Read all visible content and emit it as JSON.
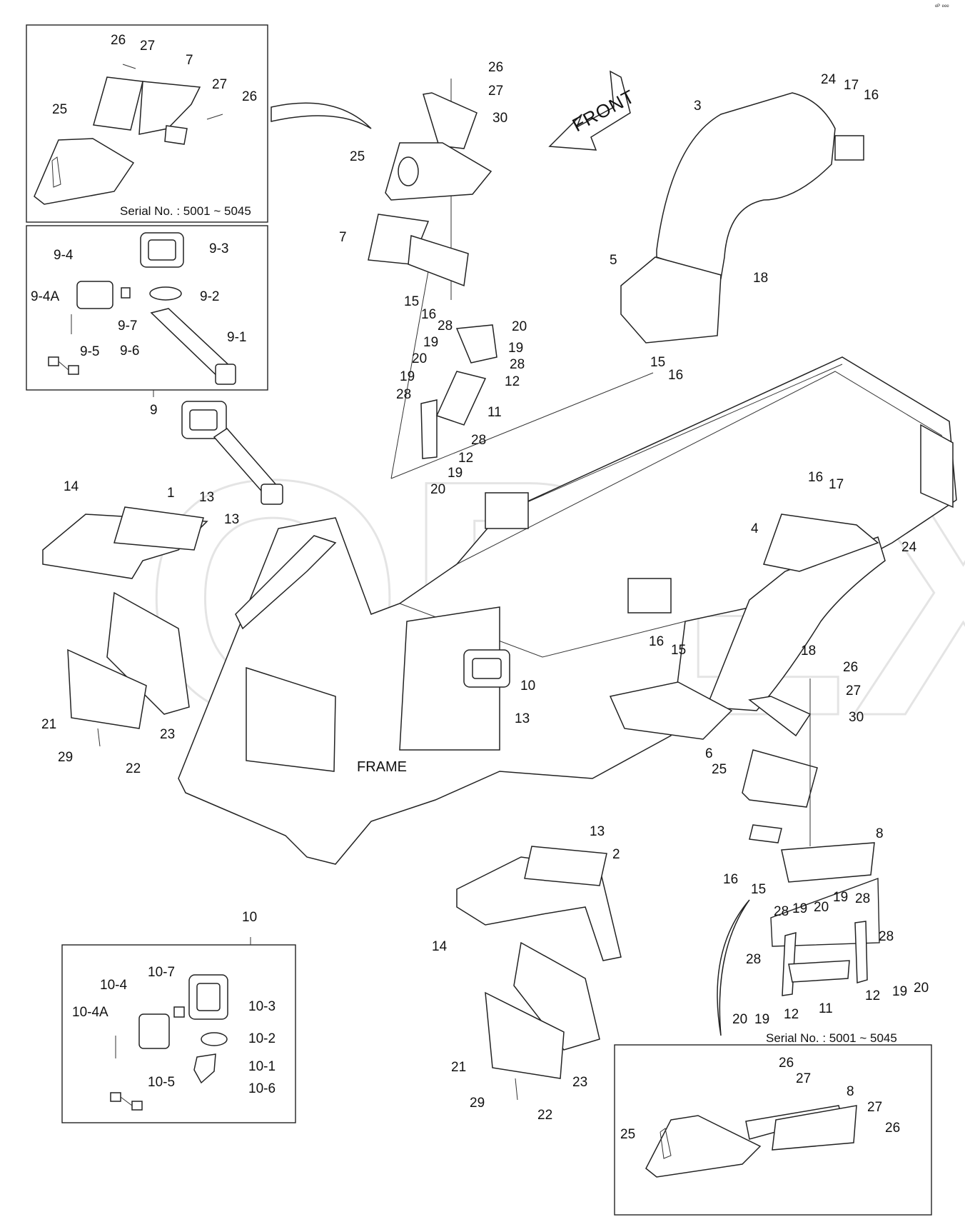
{
  "corner_mark": "ᵉᴾ ᵉᵉᵉ",
  "watermark": "OPEX",
  "front_arrow": "FRONT",
  "frame_label": "FRAME",
  "inset_top_left": {
    "serial": "Serial No. : 5001 ~ 5045",
    "labels": [
      "26",
      "27",
      "7",
      "27",
      "26",
      "25"
    ]
  },
  "inset_lamp_9": {
    "labels": [
      "9-4",
      "9-3",
      "9-4A",
      "9-2",
      "9-7",
      "9-1",
      "9-6",
      "9-5"
    ],
    "callout": "9"
  },
  "inset_lamp_10": {
    "title": "10",
    "labels": [
      "10-7",
      "10-4",
      "10-3",
      "10-4A",
      "10-2",
      "10-1",
      "10-5",
      "10-6"
    ]
  },
  "inset_bottom_right": {
    "serial": "Serial No. : 5001 ~ 5045",
    "labels": [
      "26",
      "27",
      "8",
      "27",
      "26",
      "25"
    ]
  },
  "callouts": {
    "c26a": "26",
    "c27a": "27",
    "c30a": "30",
    "c25a": "25",
    "c7": "7",
    "c15a": "15",
    "c16a": "16",
    "c24a": "24",
    "c17a": "17",
    "c16b": "16",
    "c3": "3",
    "c5": "5",
    "c18a": "18",
    "c15b": "15",
    "c16c": "16",
    "c28a": "28",
    "c20a": "20",
    "c19a": "19",
    "c19b": "19",
    "c28b": "28",
    "c20b": "20",
    "c12a": "12",
    "c19c": "19",
    "c28c": "28",
    "c11a": "11",
    "c28d": "28",
    "c12b": "12",
    "c19d": "19",
    "c20c": "20",
    "c14a": "14",
    "c1": "1",
    "c13a": "13",
    "c13b": "13",
    "c21a": "21",
    "c23a": "23",
    "c29a": "29",
    "c22a": "22",
    "c16d": "16",
    "c17b": "17",
    "c4": "4",
    "c24b": "24",
    "c16e": "16",
    "c15c": "15",
    "c18b": "18",
    "c10": "10",
    "c13c": "13",
    "c26b": "26",
    "c27b": "27",
    "c30b": "30",
    "c6": "6",
    "c25b": "25",
    "c13d": "13",
    "c2": "2",
    "c14b": "14",
    "c8": "8",
    "c16f": "16",
    "c15d": "15",
    "c28e": "28",
    "c19e": "19",
    "c20d": "20",
    "c19f": "19",
    "c28f": "28",
    "c28g": "28",
    "c28h": "28",
    "c19g": "19",
    "c20e": "20",
    "c12c": "12",
    "c11b": "11",
    "c12d": "12",
    "c20f": "20",
    "c19h": "19",
    "c21b": "21",
    "c23b": "23",
    "c29b": "29",
    "c22b": "22"
  }
}
